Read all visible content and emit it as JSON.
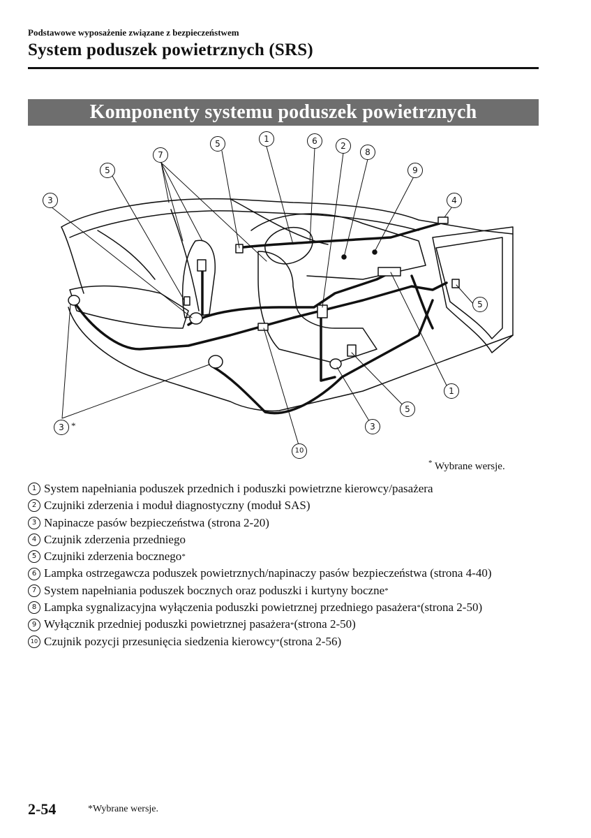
{
  "header": {
    "section_small": "Podstawowe wyposażenie związane z bezpieczeństwem",
    "section_title": "System poduszek powietrznych (SRS)"
  },
  "banner": {
    "title": "Komponenty systemu poduszek powietrznych"
  },
  "diagram": {
    "callouts": [
      "5",
      "1",
      "6",
      "2",
      "8",
      "7",
      "5",
      "9",
      "3",
      "4",
      "5",
      "1",
      "5",
      "3",
      "3",
      "10"
    ],
    "asterisk": "*"
  },
  "selected_note": {
    "star": "*",
    "text": " Wybrane wersje."
  },
  "legend": [
    {
      "num": "1",
      "text": "System napełniania poduszek przednich i poduszki powietrzne kierowcy/pasażera",
      "star": ""
    },
    {
      "num": "2",
      "text": "Czujniki zderzenia i moduł diagnostyczny (moduł SAS)",
      "star": ""
    },
    {
      "num": "3",
      "text": "Napinacze pasów bezpieczeństwa (strona 2-20)",
      "star": ""
    },
    {
      "num": "4",
      "text": "Czujnik zderzenia przedniego",
      "star": ""
    },
    {
      "num": "5",
      "text": "Czujniki zderzenia bocznego",
      "star": "*"
    },
    {
      "num": "6",
      "text": "Lampka ostrzegawcza poduszek powietrznych/napinaczy pasów bezpieczeństwa (strona 4-40)",
      "star": ""
    },
    {
      "num": "7",
      "text": "System napełniania poduszek bocznych oraz poduszki i kurtyny boczne",
      "star": "*"
    },
    {
      "num": "8",
      "text": "Lampka sygnalizacyjna wyłączenia poduszki powietrznej przedniego pasażera",
      "star": "*",
      "tail": " (strona 2-50)"
    },
    {
      "num": "9",
      "text": "Wyłącznik przedniej poduszki powietrznej pasażera",
      "star": "*",
      "tail": " (strona 2-50)"
    },
    {
      "num": "10",
      "text": "Czujnik pozycji przesunięcia siedzenia kierowcy",
      "star": "*",
      "tail": " (strona 2-56)"
    }
  ],
  "footer": {
    "page_number": "2-54",
    "footnote": "*Wybrane wersje."
  }
}
